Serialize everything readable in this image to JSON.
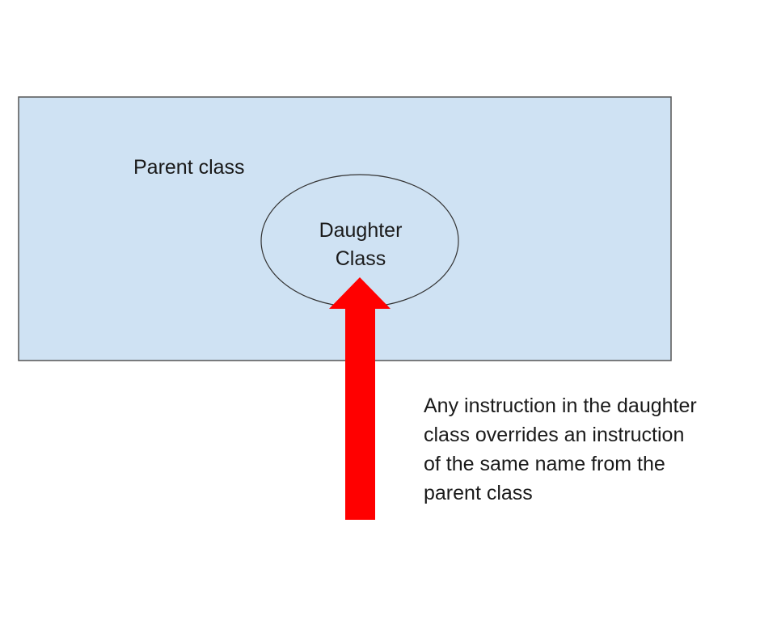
{
  "parent": {
    "label": "Parent class",
    "fill": "#cfe2f3",
    "stroke": "#555555"
  },
  "daughter": {
    "label_lines": [
      "Daughter",
      "Class"
    ],
    "fill": "#cfe2f3",
    "stroke": "#333333"
  },
  "arrow": {
    "color": "#ff0000",
    "icon": "up-arrow-icon"
  },
  "note": {
    "lines": [
      "Any instruction in the daughter",
      "class overrides an instruction",
      "of the same name from the",
      "parent class"
    ]
  }
}
